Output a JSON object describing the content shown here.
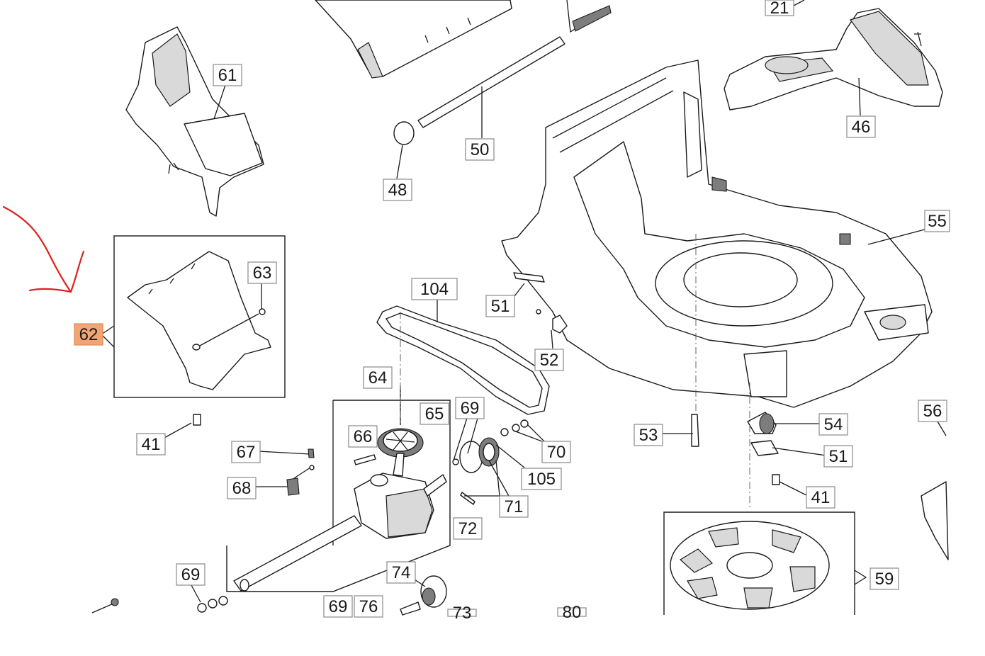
{
  "diagram": {
    "accent_color": "#f2a574",
    "arrow_color": "#e0201a",
    "callouts": [
      {
        "id": "c61",
        "label": "61"
      },
      {
        "id": "c50",
        "label": "50"
      },
      {
        "id": "c48",
        "label": "48"
      },
      {
        "id": "c21",
        "label": "21"
      },
      {
        "id": "c46",
        "label": "46"
      },
      {
        "id": "c55",
        "label": "55"
      },
      {
        "id": "c63",
        "label": "63"
      },
      {
        "id": "c62",
        "label": "62",
        "highlighted": true
      },
      {
        "id": "c104",
        "label": "104"
      },
      {
        "id": "c51a",
        "label": "51"
      },
      {
        "id": "c52",
        "label": "52"
      },
      {
        "id": "c64",
        "label": "64"
      },
      {
        "id": "c65",
        "label": "65"
      },
      {
        "id": "c66",
        "label": "66"
      },
      {
        "id": "c69a",
        "label": "69"
      },
      {
        "id": "c70",
        "label": "70"
      },
      {
        "id": "c105",
        "label": "105"
      },
      {
        "id": "c71",
        "label": "71"
      },
      {
        "id": "c72",
        "label": "72"
      },
      {
        "id": "c67",
        "label": "67"
      },
      {
        "id": "c68",
        "label": "68"
      },
      {
        "id": "c41a",
        "label": "41"
      },
      {
        "id": "c53",
        "label": "53"
      },
      {
        "id": "c54",
        "label": "54"
      },
      {
        "id": "c51b",
        "label": "51"
      },
      {
        "id": "c41b",
        "label": "41"
      },
      {
        "id": "c56",
        "label": "56"
      },
      {
        "id": "c59",
        "label": "59"
      },
      {
        "id": "c74",
        "label": "74"
      },
      {
        "id": "c69b",
        "label": "69"
      },
      {
        "id": "c69c",
        "label": "69"
      },
      {
        "id": "c76",
        "label": "76"
      },
      {
        "id": "c73",
        "label": "73"
      },
      {
        "id": "c80",
        "label": "80"
      }
    ]
  }
}
